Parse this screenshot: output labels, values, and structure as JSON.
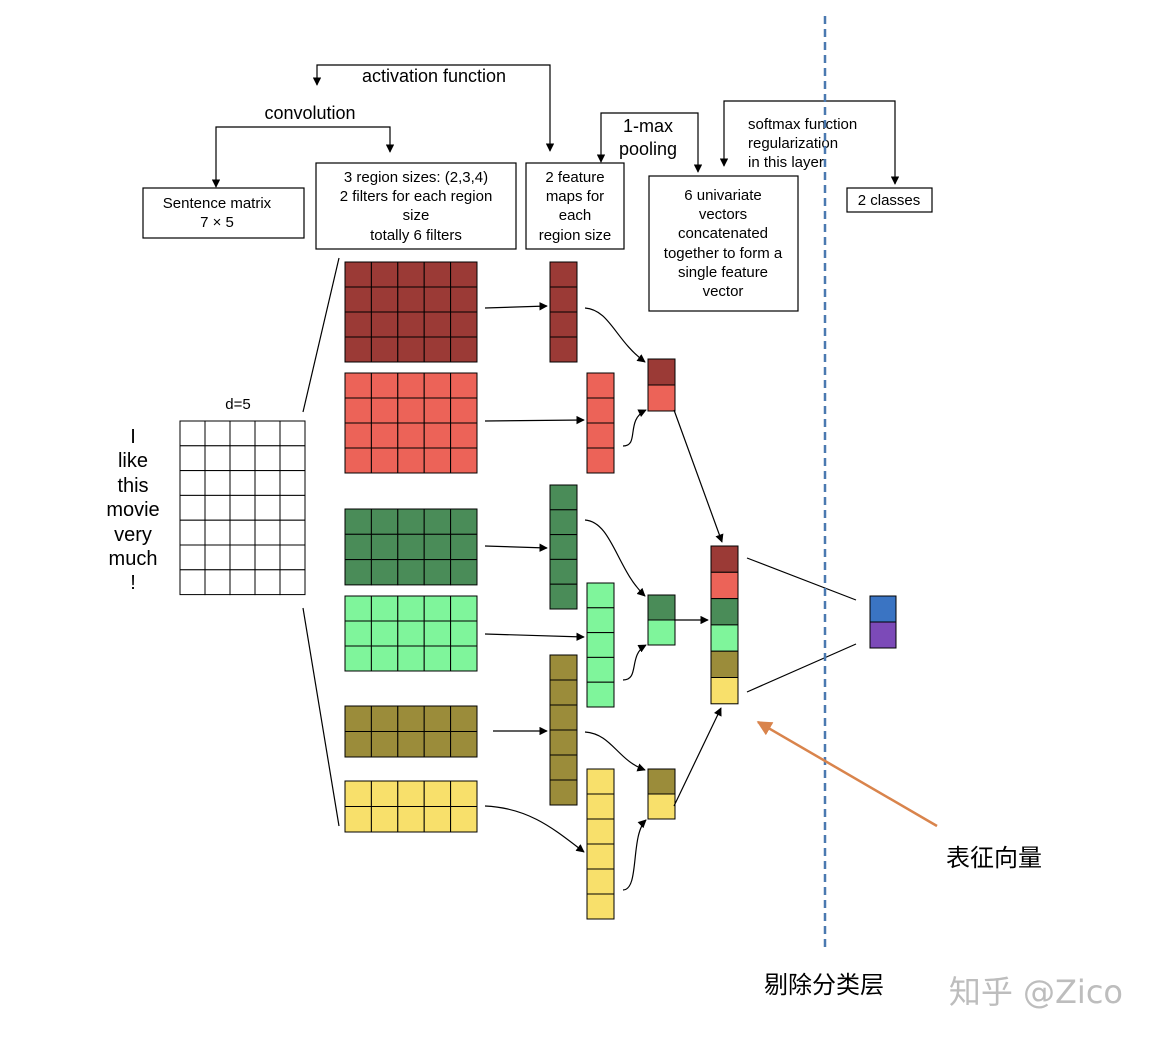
{
  "labels": {
    "sentence_matrix": "Sentence matrix",
    "sentence_dims": "7 × 5",
    "convolution": "convolution",
    "activation_function": "activation function",
    "region_sizes": [
      "3 region sizes: (2,3,4)",
      "2 filters for each region",
      "size",
      "totally 6 filters"
    ],
    "feature_maps": [
      "2 feature",
      "maps for",
      "each",
      "region size"
    ],
    "max_pooling": [
      "1-max",
      "pooling"
    ],
    "univariate": [
      "6 univariate",
      "vectors",
      "concatenated",
      "together to form a",
      "single feature",
      "vector"
    ],
    "softmax": [
      "softmax function",
      "regularization",
      "in this layer"
    ],
    "classes": "2 classes",
    "dim": "d=5",
    "sentence_words": [
      "I",
      "like",
      "this",
      "movie",
      "very",
      "much",
      "!"
    ],
    "representation_vector": "表征向量",
    "remove_classifier_layer": "剔除分类层",
    "watermark": "知乎 @Zico"
  },
  "colors": {
    "dark_red": "#9b3a36",
    "red": "#ec6358",
    "dark_green": "#4a8c58",
    "light_green": "#7ff59b",
    "olive": "#9b8c3a",
    "yellow": "#f8e06b",
    "blue": "#3a74c3",
    "purple": "#7c4ab8",
    "dashed_line": "#4a79b0",
    "orange_arrow": "#d9844c"
  }
}
